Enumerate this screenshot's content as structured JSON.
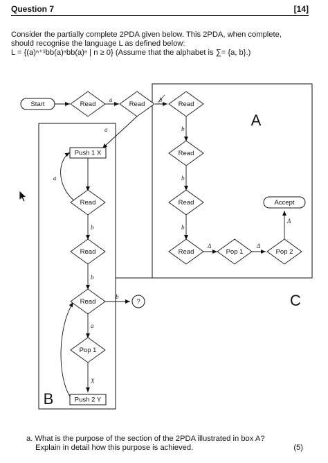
{
  "header": {
    "question": "Question 7",
    "marks": "[14]"
  },
  "intro": {
    "line1": "Consider the partially complete 2PDA given below. This 2PDA, when complete,",
    "line2": "should recognise the language L as defined below:",
    "line3": "L = {(a)ⁿ⁺¹bb(a)ⁿbb(a)ⁿ | n ≥ 0} (Assume that the alphabet is ∑= {a, b}.)"
  },
  "diagram": {
    "start": "Start",
    "read": "Read",
    "push1": "Push 1 X",
    "push2": "Push 2 Y",
    "pop1": "Pop 1",
    "pop2": "Pop 2",
    "accept": "Accept",
    "question": "?",
    "box_a": "A",
    "box_b": "B",
    "box_c": "C",
    "edge_a": "a",
    "edge_b": "b",
    "edge_b_struck": "b",
    "edge_x": "X",
    "delta": "Δ"
  },
  "question_a": {
    "label": "a.",
    "line1": "What is the purpose of the section of the 2PDA illustrated in box A?",
    "line2": "Explain in detail how this purpose is achieved.",
    "marks": "(5)"
  }
}
